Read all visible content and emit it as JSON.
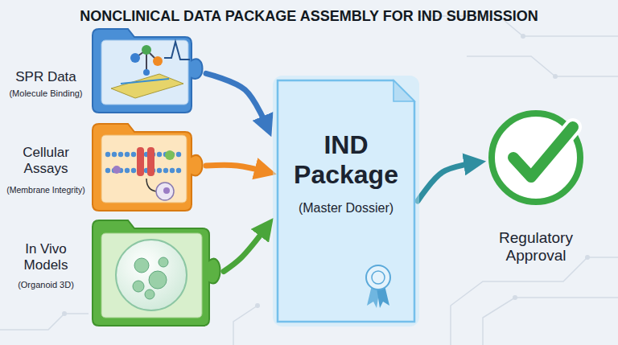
{
  "diagram": {
    "title": "NONCLINICAL DATA PACKAGE ASSEMBLY FOR IND SUBMISSION",
    "nodes": [
      {
        "text": [
          "SPR Data",
          "(Molecule Binding)"
        ]
      },
      {
        "text": [
          "Cellular Assays",
          "(Membrane Integrity)"
        ]
      },
      {
        "text": [
          "In Vivo Models",
          "(Organoid 3D)"
        ]
      },
      {
        "text": [
          "IND Package",
          "(Master Dossier)"
        ]
      },
      {
        "text": [
          "Regulatory Approval"
        ]
      }
    ],
    "edges": [
      {
        "from": 0,
        "to": 3,
        "arrow": "to"
      },
      {
        "from": 1,
        "to": 3,
        "arrow": "to"
      },
      {
        "from": 2,
        "to": 3,
        "arrow": "to"
      },
      {
        "from": 3,
        "to": 4,
        "arrow": "to"
      }
    ]
  }
}
